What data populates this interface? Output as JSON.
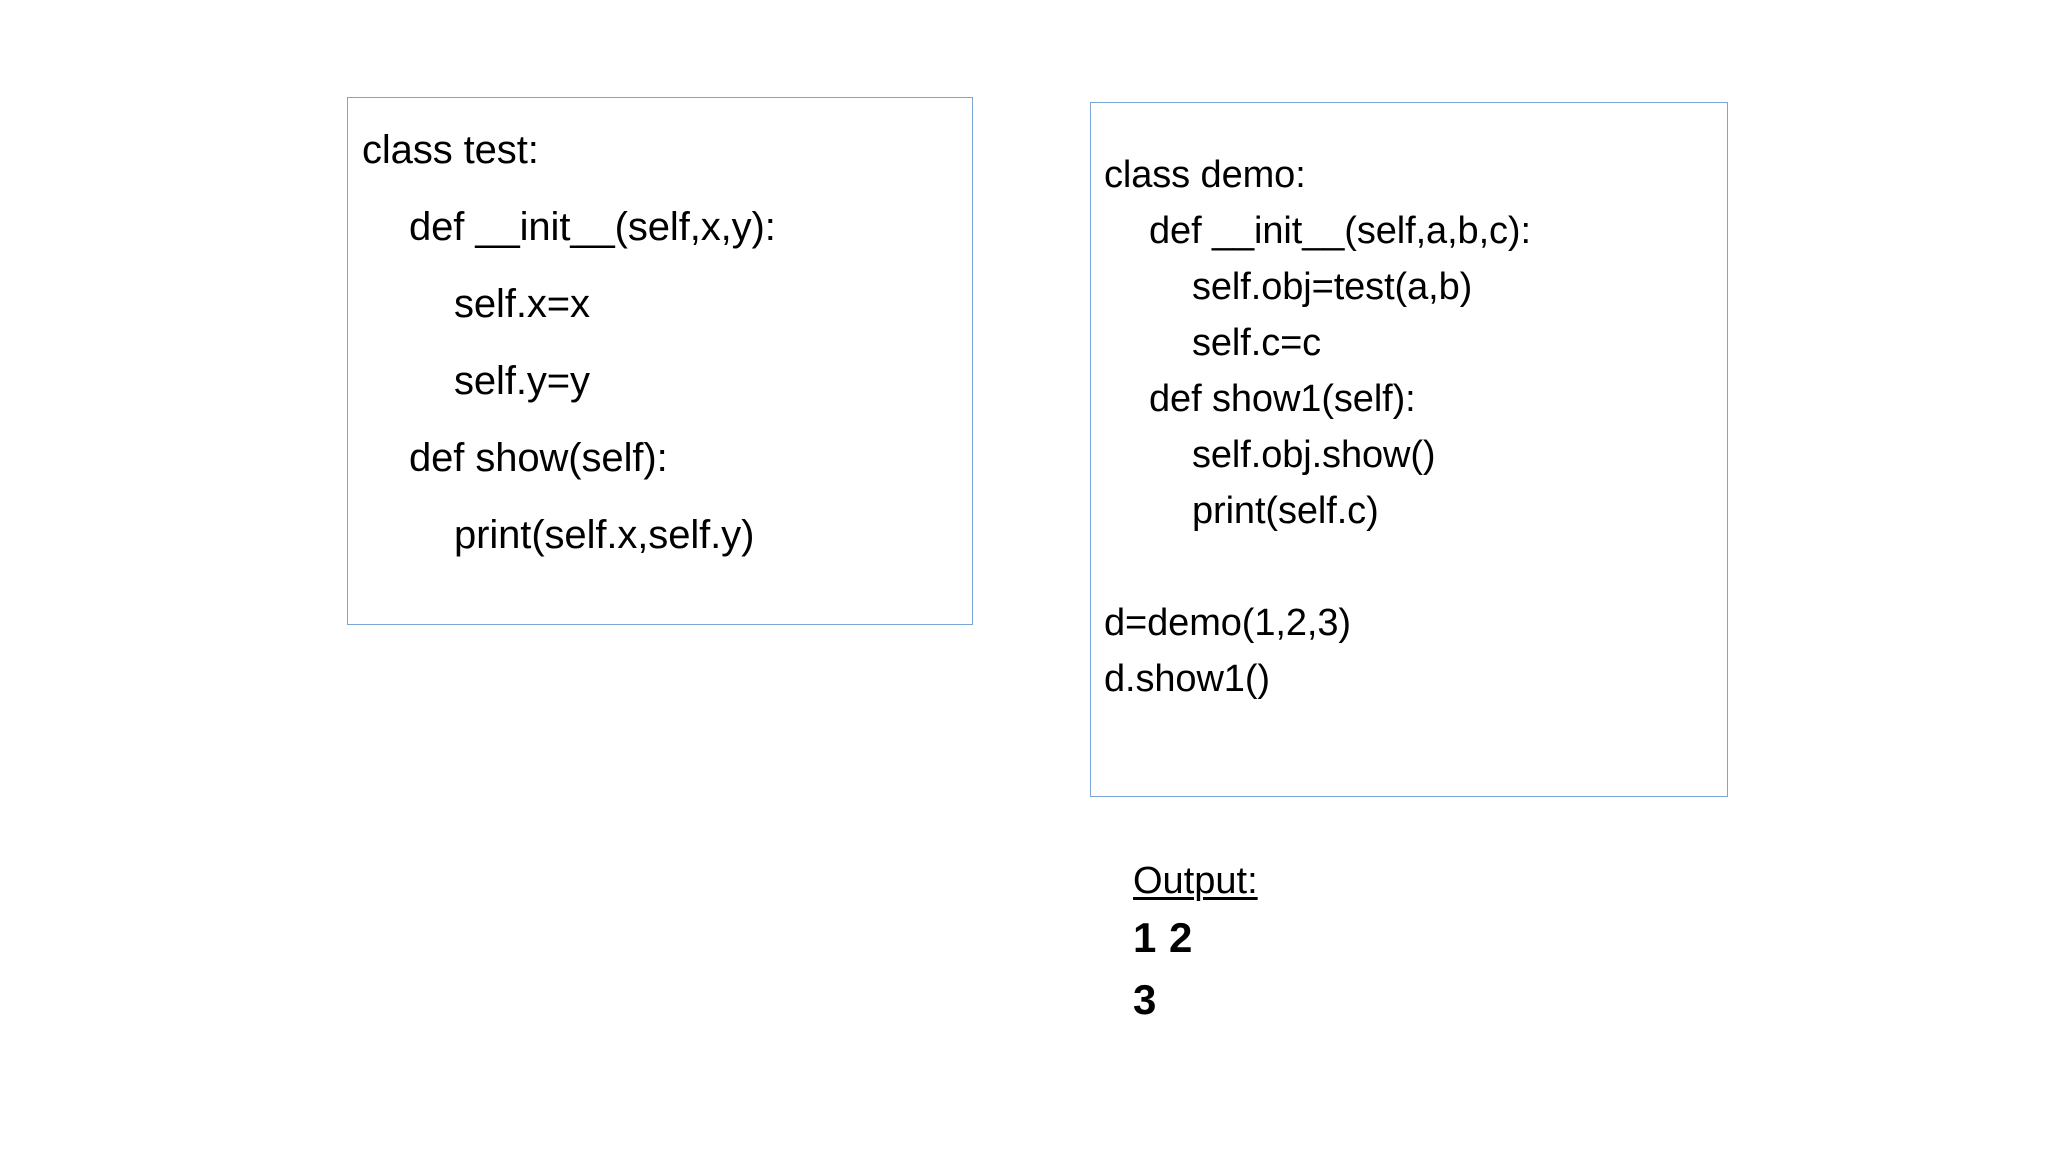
{
  "slide": {
    "background_color": "#ffffff",
    "text_color": "#000000",
    "box_border_color": "#7ba7d7"
  },
  "left_code_box": {
    "title": "class test code block",
    "lines": [
      {
        "text": "class test:",
        "indent": 0
      },
      {
        "text": "def __init__(self,x,y):",
        "indent": 1
      },
      {
        "text": "self.x=x",
        "indent": 2
      },
      {
        "text": "self.y=y",
        "indent": 2
      },
      {
        "text": "def show(self):",
        "indent": 1
      },
      {
        "text": "print(self.x,self.y)",
        "indent": 2
      }
    ]
  },
  "right_code_box": {
    "title": "class demo code block",
    "lines": [
      {
        "text": "class demo:",
        "indent": 0
      },
      {
        "text": "def __init__(self,a,b,c):",
        "indent": 1
      },
      {
        "text": "self.obj=test(a,b)",
        "indent": 2
      },
      {
        "text": "self.c=c",
        "indent": 2
      },
      {
        "text": "def show1(self):",
        "indent": 1
      },
      {
        "text": "self.obj.show()",
        "indent": 2
      },
      {
        "text": "print(self.c)",
        "indent": 2
      },
      {
        "text": "",
        "indent": 0
      },
      {
        "text": "d=demo(1,2,3)",
        "indent": 0
      },
      {
        "text": "d.show1()",
        "indent": 0
      }
    ]
  },
  "output": {
    "label": "Output:",
    "lines": [
      "1 2",
      "3"
    ]
  }
}
